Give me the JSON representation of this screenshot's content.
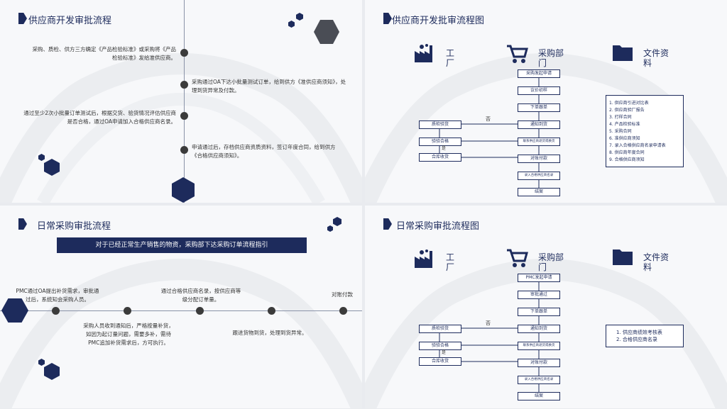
{
  "slide1": {
    "title": "供应商开发审批流程",
    "step1": "采购、质检、供方三方确定《产品检验标准》或采购将《产品检验标准》发给准供应商。",
    "step2": "采购通过OA下达小批量测试订单，给到供方《准供应商须知》，处理到货异常及付款。",
    "step3": "通过至少2次小批量订单测试后，根据交货、验货情况评估供应商是否合格，通过OA申请加入合格供应商名录。",
    "step4": "申请通过后，存档供应商资质资料，签订年度合同，给到供方《合格供应商须知》。"
  },
  "slide2": {
    "title": "供应商开发批审流程图",
    "col_factory": "工厂",
    "col_purchase": "采购部门",
    "col_docs": "文件资料",
    "flow": [
      "采购发起申请",
      "议价初样",
      "下单跟单",
      "通知到货",
      "联系供应商退货或换货",
      "对账付款",
      "录入合格供应商名录",
      "结案"
    ],
    "qc": [
      "质检验货",
      "验验合格",
      "合库收货"
    ],
    "no_label": "否",
    "yes_label": "是",
    "docs": [
      "1.  供应商引进对比表",
      "2.  供应商验厂报告",
      "3.  打样合同",
      "4.  产品检验标准",
      "5.  采购合同",
      "6.  准供应商须知",
      "7.  录入合格供应商名录申请表",
      "8.  供应商年度合同",
      "9.  合格供应商须知"
    ]
  },
  "slide3": {
    "title": "日常采购审批流程",
    "banner": "对于已经正常生产销售的物资，采购部下达采购订单流程指引",
    "t1": "PMC通过OA提出补货需求，审批通过后，系统知会采购人员。",
    "t2": "采购人员收到通知后，严格按量补货，如因为起订量问题，需要多补，需待PMC追加补货需求后，方可执行。",
    "t3": "通过合格供应商名录，按供应商等级分配订单量。",
    "t4": "跟进货物到货，处理到货异常。",
    "t5": "对账付款"
  },
  "slide4": {
    "title": "日常采购审批流程图",
    "col_factory": "工厂",
    "col_purchase": "采购部门",
    "col_docs": "文件资料",
    "flow": [
      "PMC发起申请",
      "审批通过",
      "下单跟单",
      "通知到货",
      "联系供应商退货或换货",
      "对账付款",
      "录入合格供应商名录",
      "结案"
    ],
    "qc": [
      "质检验货",
      "验验合格",
      "合库收货"
    ],
    "no_label": "否",
    "yes_label": "是",
    "docs": [
      "1.   供应商绩效考核表",
      "2.   合格供应商名录"
    ]
  },
  "colors": {
    "navy": "#1d2b5c",
    "dark": "#3b3b3b",
    "gray": "#5a5f68"
  }
}
